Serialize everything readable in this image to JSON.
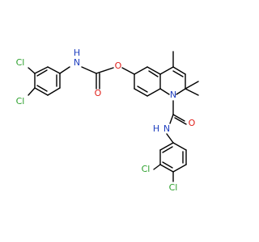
{
  "structure": {
    "kind": "skeletal chemical structure",
    "atom_labels": {
      "cl_a": "Cl",
      "cl_b": "Cl",
      "nh_carbamate": "N",
      "h_carbamate": "H",
      "o_ester": "O",
      "o_carbamate": "O",
      "n_ring": "N",
      "o_urea": "O",
      "nh_urea": "N",
      "h_urea": "H",
      "cl_c": "Cl",
      "cl_d": "Cl"
    },
    "colors": {
      "bond": "#000000",
      "chlorine": "#2ca02c",
      "nitrogen": "#1f3fbf",
      "oxygen": "#e0201b"
    }
  }
}
